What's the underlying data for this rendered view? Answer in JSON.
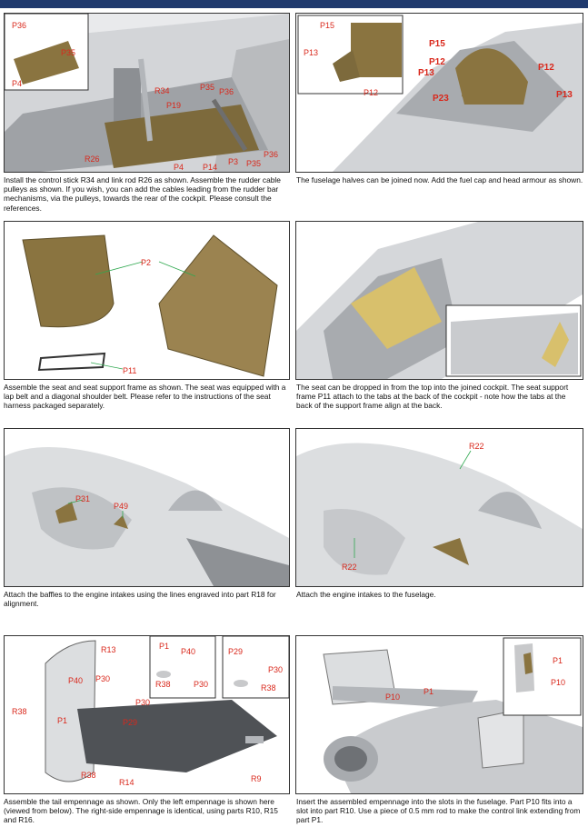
{
  "steps": [
    {
      "caption": "Install the control stick R34 and link rod R26 as shown. Assemble the rudder cable pulleys as shown. If you wish, you can add the cables leading from the rudder bar mechanisms, via the pulleys, towards the rear of the cockpit. Please consult the references.",
      "labels": [
        "P36",
        "P35",
        "P4",
        "R34",
        "P35",
        "P36",
        "P19",
        "R26",
        "P4",
        "P14",
        "P3",
        "P35",
        "P36"
      ]
    },
    {
      "caption": "The fuselage halves can be joined now. Add the fuel cap and head armour as shown.",
      "labels": [
        "P15",
        "P13",
        "P12",
        "P15",
        "P12",
        "P13",
        "P12",
        "P23",
        "P13"
      ]
    },
    {
      "caption": "Assemble the seat and seat support frame as shown. The seat was equipped with a lap belt and a diagonal shoulder belt. Please refer to the instructions of the seat harness packaged separately.",
      "labels": [
        "P2",
        "P11"
      ]
    },
    {
      "caption": "The seat can be dropped in from the top into the joined cockpit. The seat support frame P11 attach to the tabs at the back of the cockpit - note how the tabs at the back of the support frame align at the back.",
      "labels": []
    },
    {
      "caption": "Attach the baffles to the engine intakes using the  lines engraved into part R18 for alignment.",
      "labels": [
        "P31",
        "P49"
      ]
    },
    {
      "caption": "Attach the engine intakes to the fuselage.",
      "labels": [
        "R22",
        "R22"
      ]
    },
    {
      "caption": "Assemble the tail empennage as shown. Only the left empennage is shown here (viewed from below). The right-side empennage is identical, using parts R10, R15 and R16.",
      "labels": [
        "R13",
        "P40",
        "P30",
        "R38",
        "P1",
        "P30",
        "P29",
        "R38",
        "R14",
        "R9",
        "P1",
        "P40",
        "R38",
        "P30",
        "P29",
        "P30",
        "R38"
      ]
    },
    {
      "caption": "Insert the assembled empennage into the slots in the fuselage. Part P10 fits into a slot into part R10. Use a piece of 0.5 mm rod to make the control link extending from part P1.",
      "labels": [
        "P10",
        "P1",
        "P1",
        "P10"
      ]
    }
  ],
  "colors": {
    "header": "#1f3a6e",
    "label": "#d9281c",
    "leader": "#2fa84f",
    "brass": "#8a7440",
    "grey": "#c8c9cb"
  }
}
